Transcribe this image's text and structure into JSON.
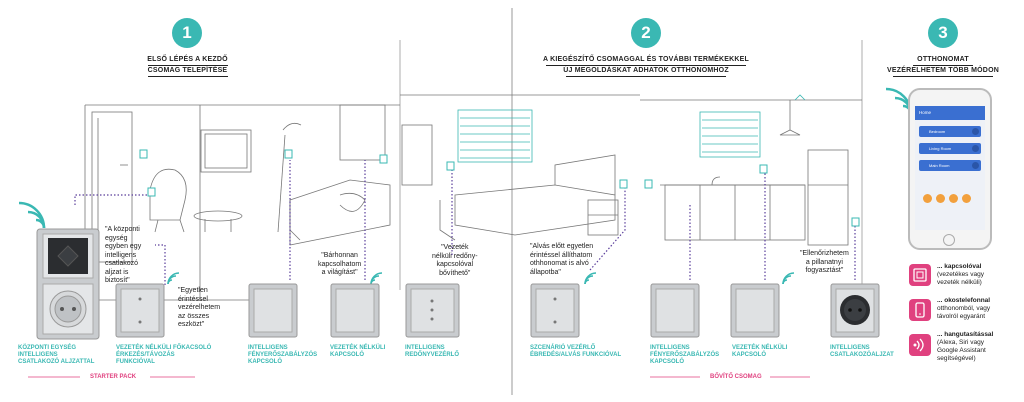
{
  "steps": [
    {
      "number": "1",
      "title_line1": "ELSŐ LÉPÉS A KEZDŐ",
      "title_line2": "CSOMAG TELEPÍTÉSE"
    },
    {
      "number": "2",
      "title_line1": "A KIEGÉSZÍTŐ CSOMAGGAL ÉS TOVÁBBI TERMÉKEKKEL",
      "title_line2": "ÚJ MEGOLDÁSKAT ADHATOK OTTHONOMHOZ"
    },
    {
      "number": "3",
      "title_line1": "OTTHONOMAT",
      "title_line2": "VEZÉRELHETEM TÖBB MÓDON"
    }
  ],
  "quotes": {
    "central": [
      "\"A központi",
      "egység",
      "egyben egy",
      "intelligens",
      "csatlakozó",
      "aljzat is",
      "biztosít\""
    ],
    "single_touch": [
      "\"Egyetlen",
      "érintéssel",
      "vezérelhetem",
      "az összes",
      "eszközt\""
    ],
    "anywhere": [
      "\"Bárhonnan",
      "kapcsolhatom",
      "a világítást\""
    ],
    "shutter": [
      "\"Vezeték",
      "nélküli redőny-",
      "kapcsolóval",
      "bővíthető\""
    ],
    "scenario": [
      "\"Alvás előtt egyetlen",
      "érintéssel állíthatom",
      "othhonomat is alvó",
      "állapotba\""
    ],
    "consumption": [
      "\"Ellenőrizhetem",
      "a pillanatnyi",
      "fogyasztást\""
    ]
  },
  "products": {
    "central_unit": [
      "KÖZPONTI EGYSÉG",
      "INTELLIGENS",
      "CSATLAKOZÓ ALJZATTAL"
    ],
    "wireless_main": [
      "VEZETÉK NÉLKÜLI FŐKACSOLÓ",
      "ÉRKEZÉS/TÁVOZÁS",
      "FUNKCIÓVAL"
    ],
    "dimmer1": [
      "INTELLIGENS",
      "FÉNYERŐSZABÁLYZÓS",
      "KAPCSOLÓ"
    ],
    "wireless1": [
      "VEZETÉK NÉLKÜLI",
      "KAPCSOLÓ"
    ],
    "shutter": [
      "INTELLIGENS",
      "REDŐNYVEZÉRLŐ"
    ],
    "scenario": [
      "SZCENÁRIÓ VEZÉRLŐ",
      "ÉBREDÉS/ALVÁS FUNKCIÓVAL"
    ],
    "dimmer2": [
      "INTELLIGENS",
      "FÉNYERŐSZABÁLYZÓS",
      "KAPCSOLÓ"
    ],
    "wireless2": [
      "VEZETÉK NÉLKÜLI",
      "KAPCSOLÓ"
    ],
    "socket": [
      "INTELLIGENS",
      "CSATLAKOZÓALJZAT"
    ]
  },
  "sections": {
    "starter": "STARTER PACK",
    "extension": "BŐVÍTŐ CSOMAG"
  },
  "controls": [
    {
      "bold": "... kapcsolóval",
      "lines": [
        "(vezetékes vagy",
        "vezeték nélküli)"
      ],
      "icon": "switch-icon"
    },
    {
      "bold": "... okostelefonnal",
      "lines": [
        "otthonomból, vagy",
        "távolról egyaránt"
      ],
      "icon": "smartphone-icon"
    },
    {
      "bold": "... hangutasítással",
      "lines": [
        "(Alexa, Siri vagy",
        "Google Assistant",
        "segítségével)"
      ],
      "icon": "voice-icon"
    }
  ],
  "phone": {
    "app_title": "Home",
    "rooms": [
      "Bedroom",
      "Living Room",
      "Main Room"
    ]
  },
  "colors": {
    "accent": "#3ab8b3",
    "pink": "#e0417f",
    "line": "#555555",
    "dots": "#5b3f9b"
  }
}
